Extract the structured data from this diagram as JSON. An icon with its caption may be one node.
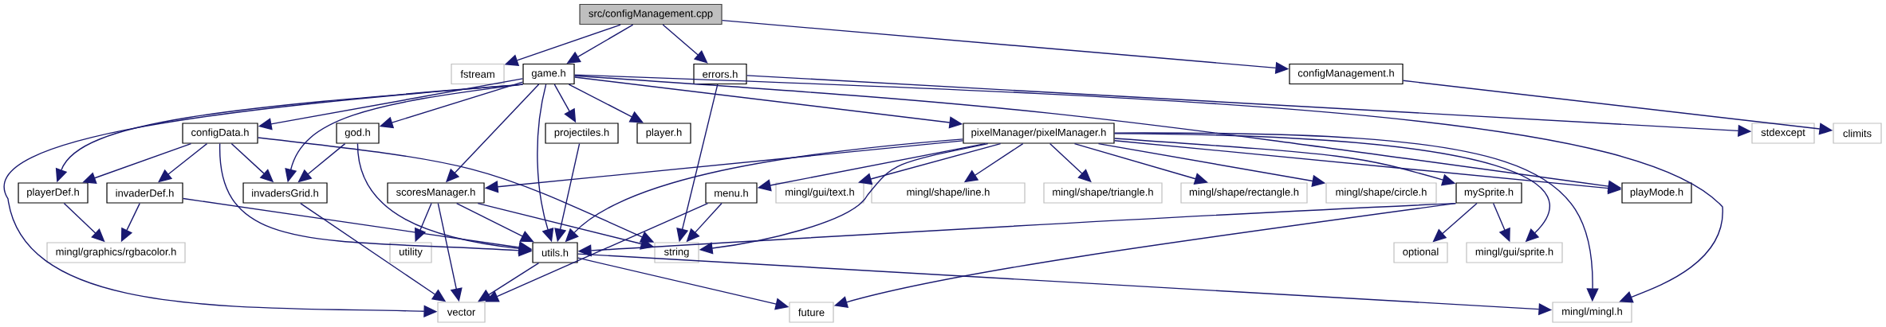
{
  "diagram": {
    "nodes": [
      {
        "text": [
          "src/configManagement.cpp"
        ]
      },
      {
        "text": [
          "fstream"
        ]
      },
      {
        "text": [
          "game.h"
        ]
      },
      {
        "text": [
          "errors.h"
        ]
      },
      {
        "text": [
          "configManagement.h"
        ]
      },
      {
        "text": [
          "configData.h"
        ]
      },
      {
        "text": [
          "god.h"
        ]
      },
      {
        "text": [
          "projectiles.h"
        ]
      },
      {
        "text": [
          "player.h"
        ]
      },
      {
        "text": [
          "pixelManager/pixelManager.h"
        ]
      },
      {
        "text": [
          "stdexcept"
        ]
      },
      {
        "text": [
          "climits"
        ]
      },
      {
        "text": [
          "playerDef.h"
        ]
      },
      {
        "text": [
          "invaderDef.h"
        ]
      },
      {
        "text": [
          "invadersGrid.h"
        ]
      },
      {
        "text": [
          "scoresManager.h"
        ]
      },
      {
        "text": [
          "menu.h"
        ]
      },
      {
        "text": [
          "mingl/gui/text.h"
        ]
      },
      {
        "text": [
          "mingl/shape/line.h"
        ]
      },
      {
        "text": [
          "mingl/shape/triangle.h"
        ]
      },
      {
        "text": [
          "mingl/shape/rectangle.h"
        ]
      },
      {
        "text": [
          "mingl/shape/circle.h"
        ]
      },
      {
        "text": [
          "mySprite.h"
        ]
      },
      {
        "text": [
          "playMode.h"
        ]
      },
      {
        "text": [
          "mingl/graphics/rgbacolor.h"
        ]
      },
      {
        "text": [
          "utility"
        ]
      },
      {
        "text": [
          "utils.h"
        ]
      },
      {
        "text": [
          "string"
        ]
      },
      {
        "text": [
          "optional"
        ]
      },
      {
        "text": [
          "mingl/gui/sprite.h"
        ]
      },
      {
        "text": [
          "vector"
        ]
      },
      {
        "text": [
          "future"
        ]
      },
      {
        "text": [
          "mingl/mingl.h"
        ]
      }
    ],
    "edges": [
      {
        "from": 0,
        "to": 1,
        "arrow": "to"
      },
      {
        "from": 0,
        "to": 2,
        "arrow": "to"
      },
      {
        "from": 0,
        "to": 3,
        "arrow": "to"
      },
      {
        "from": 0,
        "to": 4,
        "arrow": "to"
      },
      {
        "from": 2,
        "to": 5,
        "arrow": "to"
      },
      {
        "from": 2,
        "to": 6,
        "arrow": "to"
      },
      {
        "from": 2,
        "to": 7,
        "arrow": "to"
      },
      {
        "from": 2,
        "to": 8,
        "arrow": "to"
      },
      {
        "from": 2,
        "to": 9,
        "arrow": "to"
      },
      {
        "from": 2,
        "to": 12,
        "arrow": "to"
      },
      {
        "from": 2,
        "to": 14,
        "arrow": "to"
      },
      {
        "from": 2,
        "to": 15,
        "arrow": "to"
      },
      {
        "from": 2,
        "to": 26,
        "arrow": "to"
      },
      {
        "from": 2,
        "to": 30,
        "arrow": "to"
      },
      {
        "from": 2,
        "to": 23,
        "arrow": "to"
      },
      {
        "from": 2,
        "to": 32,
        "arrow": "to"
      },
      {
        "from": 3,
        "to": 10,
        "arrow": "to"
      },
      {
        "from": 3,
        "to": 27,
        "arrow": "to"
      },
      {
        "from": 4,
        "to": 11,
        "arrow": "to"
      },
      {
        "from": 5,
        "to": 12,
        "arrow": "to"
      },
      {
        "from": 5,
        "to": 13,
        "arrow": "to"
      },
      {
        "from": 5,
        "to": 14,
        "arrow": "to"
      },
      {
        "from": 5,
        "to": 26,
        "arrow": "to"
      },
      {
        "from": 5,
        "to": 27,
        "arrow": "to"
      },
      {
        "from": 6,
        "to": 14,
        "arrow": "to"
      },
      {
        "from": 6,
        "to": 26,
        "arrow": "to"
      },
      {
        "from": 7,
        "to": 26,
        "arrow": "to"
      },
      {
        "from": 9,
        "to": 15,
        "arrow": "to"
      },
      {
        "from": 9,
        "to": 26,
        "arrow": "to"
      },
      {
        "from": 9,
        "to": 27,
        "arrow": "to"
      },
      {
        "from": 9,
        "to": 16,
        "arrow": "to"
      },
      {
        "from": 9,
        "to": 17,
        "arrow": "to"
      },
      {
        "from": 9,
        "to": 18,
        "arrow": "to"
      },
      {
        "from": 9,
        "to": 19,
        "arrow": "to"
      },
      {
        "from": 9,
        "to": 20,
        "arrow": "to"
      },
      {
        "from": 9,
        "to": 21,
        "arrow": "to"
      },
      {
        "from": 9,
        "to": 22,
        "arrow": "to"
      },
      {
        "from": 9,
        "to": 29,
        "arrow": "to"
      },
      {
        "from": 9,
        "to": 23,
        "arrow": "to"
      },
      {
        "from": 9,
        "to": 32,
        "arrow": "to"
      },
      {
        "from": 12,
        "to": 24,
        "arrow": "to"
      },
      {
        "from": 13,
        "to": 24,
        "arrow": "to"
      },
      {
        "from": 13,
        "to": 26,
        "arrow": "to"
      },
      {
        "from": 14,
        "to": 30,
        "arrow": "to"
      },
      {
        "from": 15,
        "to": 25,
        "arrow": "to"
      },
      {
        "from": 15,
        "to": 30,
        "arrow": "to"
      },
      {
        "from": 15,
        "to": 26,
        "arrow": "to"
      },
      {
        "from": 15,
        "to": 27,
        "arrow": "to"
      },
      {
        "from": 16,
        "to": 27,
        "arrow": "to"
      },
      {
        "from": 16,
        "to": 30,
        "arrow": "to"
      },
      {
        "from": 22,
        "to": 28,
        "arrow": "to"
      },
      {
        "from": 22,
        "to": 29,
        "arrow": "to"
      },
      {
        "from": 22,
        "to": 26,
        "arrow": "to"
      },
      {
        "from": 22,
        "to": 31,
        "arrow": "to"
      },
      {
        "from": 26,
        "to": 30,
        "arrow": "to"
      },
      {
        "from": 26,
        "to": 31,
        "arrow": "to"
      },
      {
        "from": 26,
        "to": 32,
        "arrow": "to"
      }
    ]
  }
}
